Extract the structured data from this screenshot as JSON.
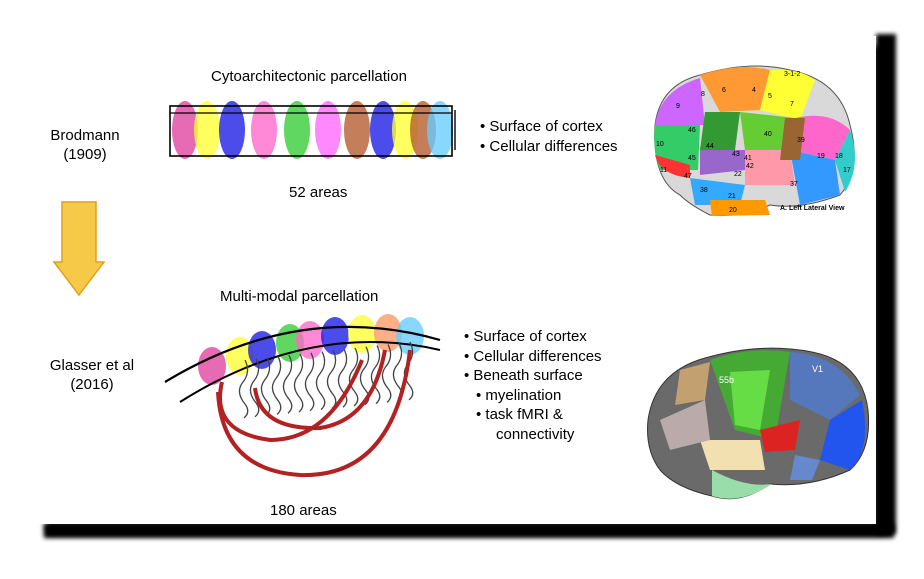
{
  "top": {
    "label_line1": "Brodmann",
    "label_line2": "(1909)",
    "title": "Cytoarchitectonic parcellation",
    "count": "52 areas",
    "bullets": [
      "• Surface of cortex",
      "• Cellular differences"
    ],
    "brain_caption": "A. Left Lateral View",
    "area_numbers": [
      "3-1-2",
      "6",
      "4",
      "5",
      "7",
      "9",
      "8",
      "46",
      "40",
      "10",
      "44",
      "45",
      "43",
      "41",
      "42",
      "39",
      "19",
      "18",
      "17",
      "22",
      "11",
      "47",
      "38",
      "21",
      "37",
      "20"
    ]
  },
  "bottom": {
    "label_line1": "Glasser et al",
    "label_line2": "(2016)",
    "title": "Multi-modal parcellation",
    "count": "180 areas",
    "bullets": [
      "• Surface of cortex",
      "• Cellular differences",
      "• Beneath surface"
    ],
    "sub_bullets": [
      "• myelination",
      "• task fMRI &"
    ],
    "sub_cont": "connectivity",
    "brain_labels": [
      "55b",
      "V1"
    ]
  },
  "colors": {
    "arrow": "#f7c948",
    "tract": "#b22222",
    "blobs": [
      "#e040a0",
      "#ffff33",
      "#1a1ae6",
      "#ff66cc",
      "#33cc33",
      "#ff66ff",
      "#b35a2a",
      "#1a1ae6",
      "#ffff33",
      "#b35a2a",
      "#66ccff"
    ]
  }
}
